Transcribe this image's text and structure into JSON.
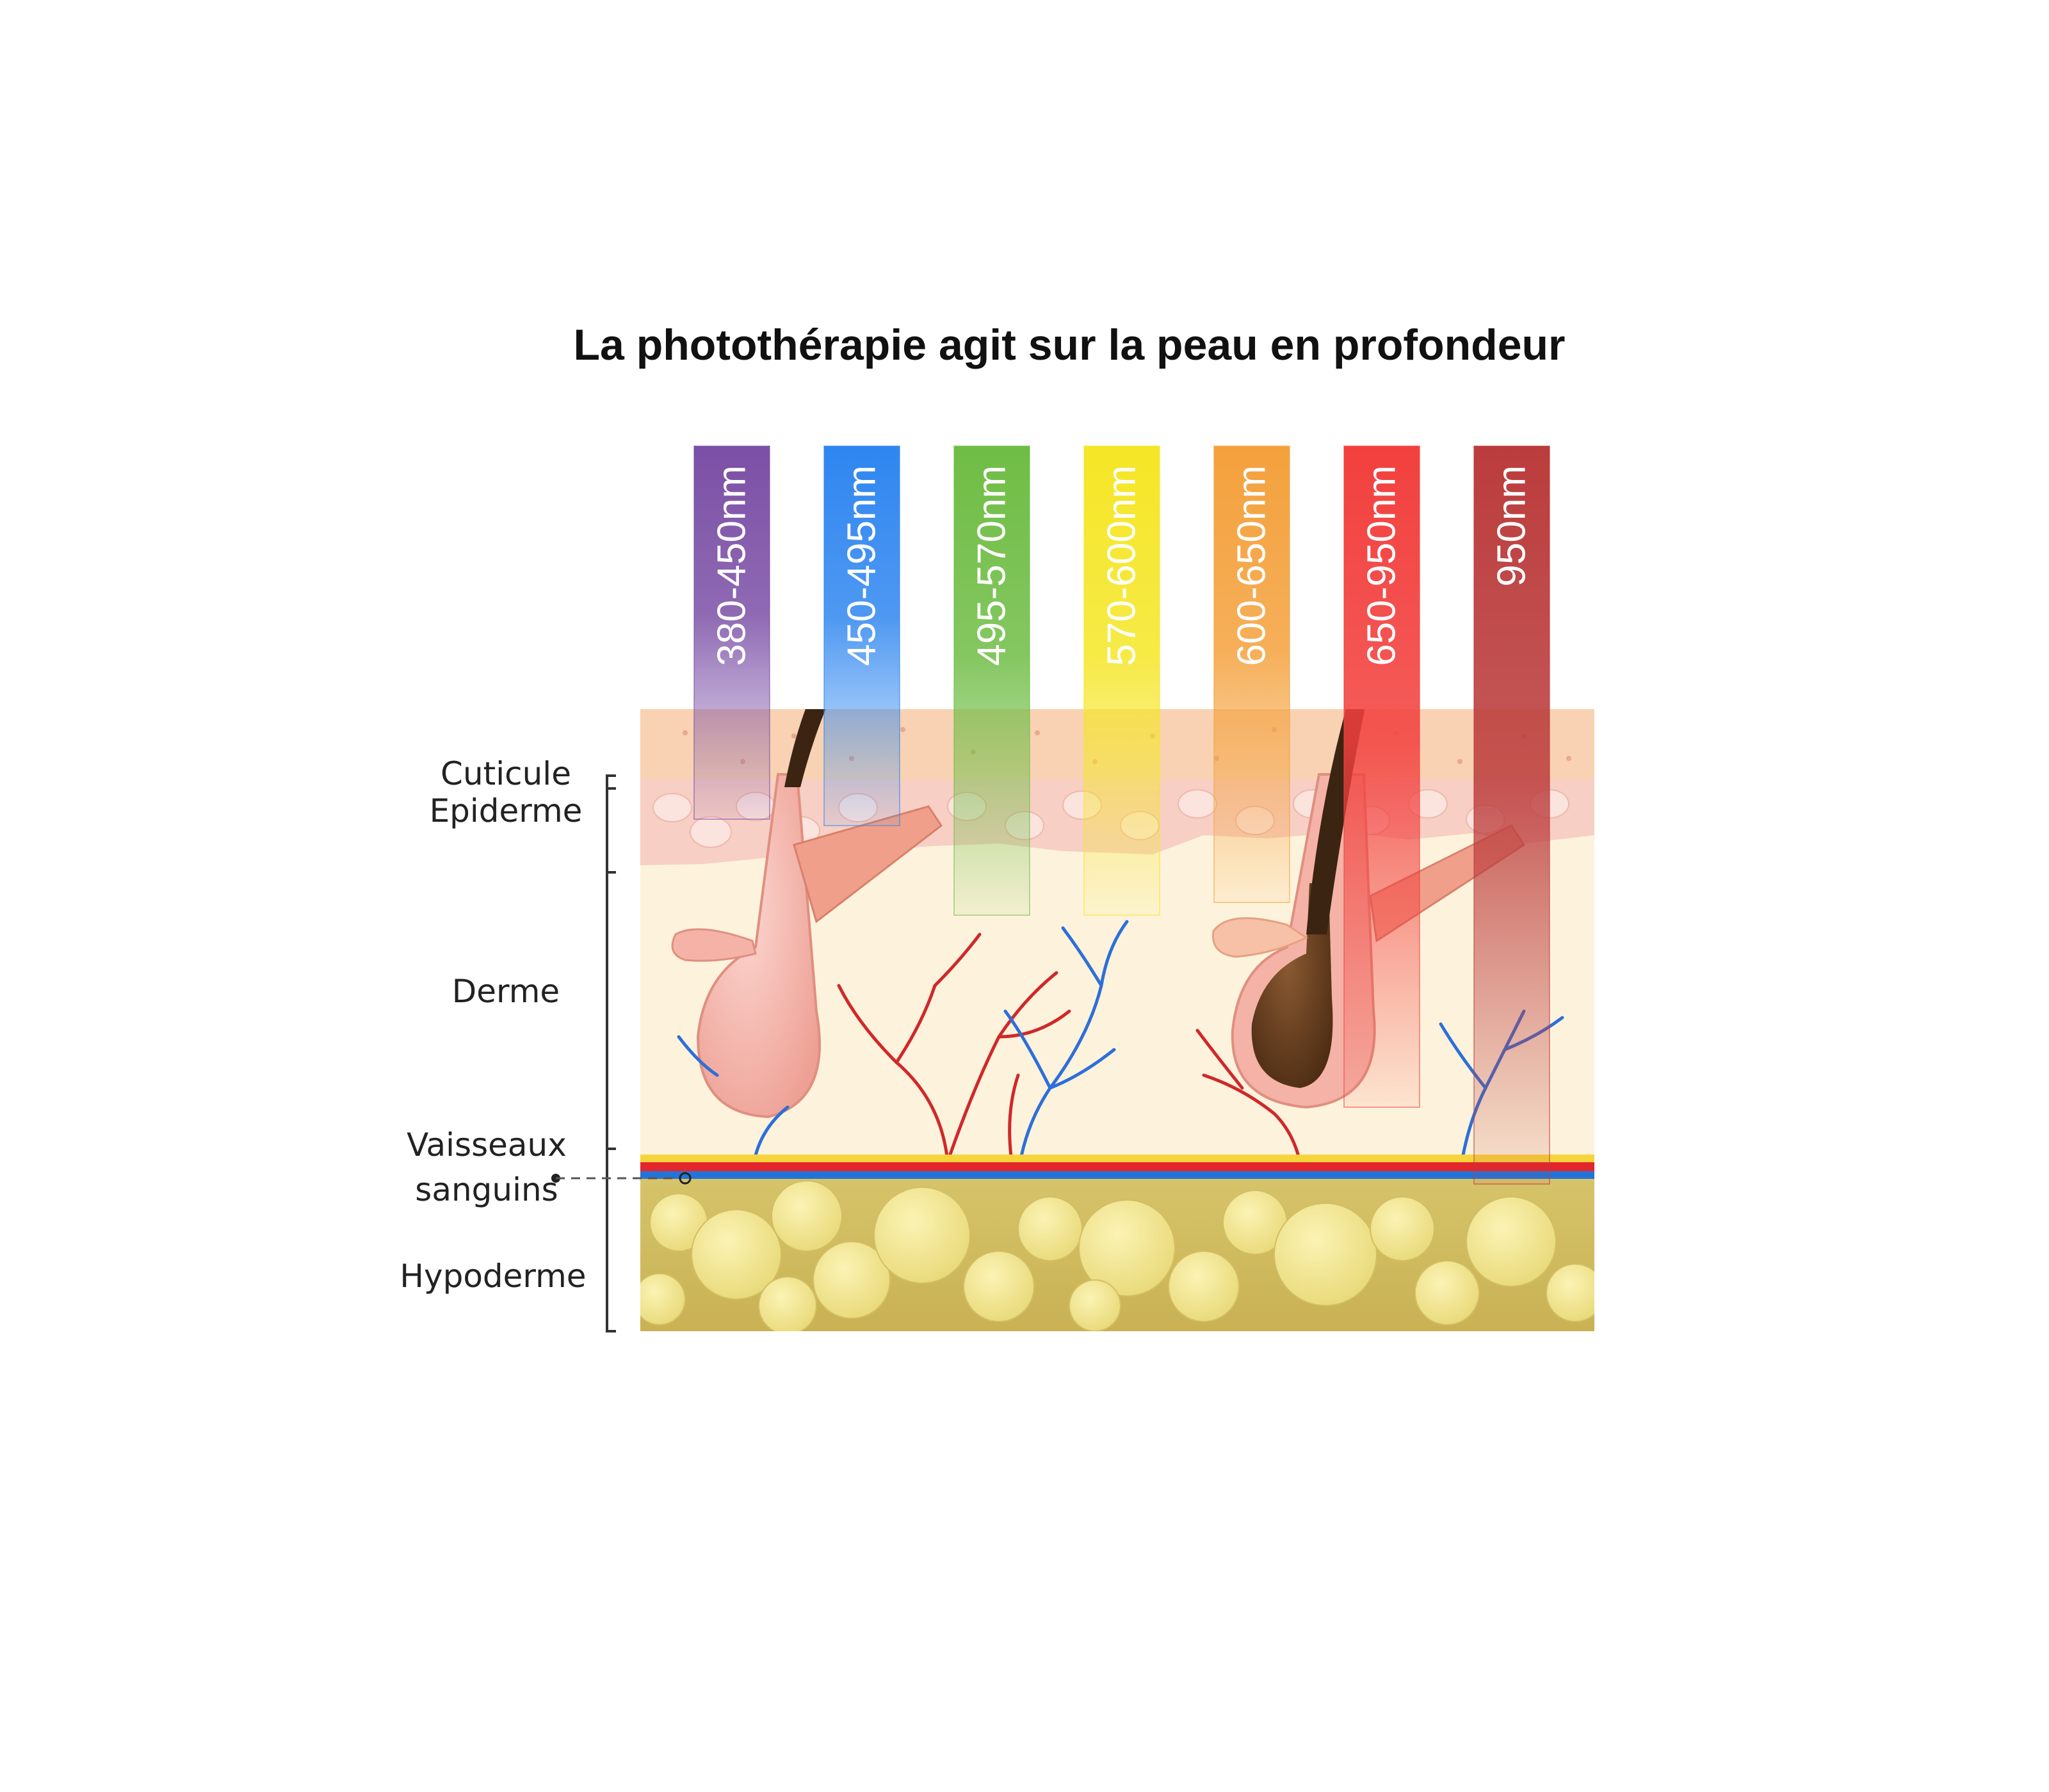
{
  "title": "La photothérapie agit sur la peau en profondeur",
  "layers": {
    "cuticle": "Cuticule",
    "epidermis": "Epiderme",
    "dermis": "Derme",
    "vessels_line1": "Vaisseaux",
    "vessels_line2": "sanguins",
    "hypodermis": "Hypoderme"
  },
  "bands": [
    {
      "label": "380-450nm",
      "color": "#7b4fa6"
    },
    {
      "label": "450-495nm",
      "color": "#2f86f0"
    },
    {
      "label": "495-570nm",
      "color": "#6fbd45"
    },
    {
      "label": "570-600nm",
      "color": "#f5e626"
    },
    {
      "label": "600-650nm",
      "color": "#f4a13c"
    },
    {
      "label": "650-950nm",
      "color": "#f2403e"
    },
    {
      "label": "950nm",
      "color": "#bb3c3c"
    }
  ]
}
